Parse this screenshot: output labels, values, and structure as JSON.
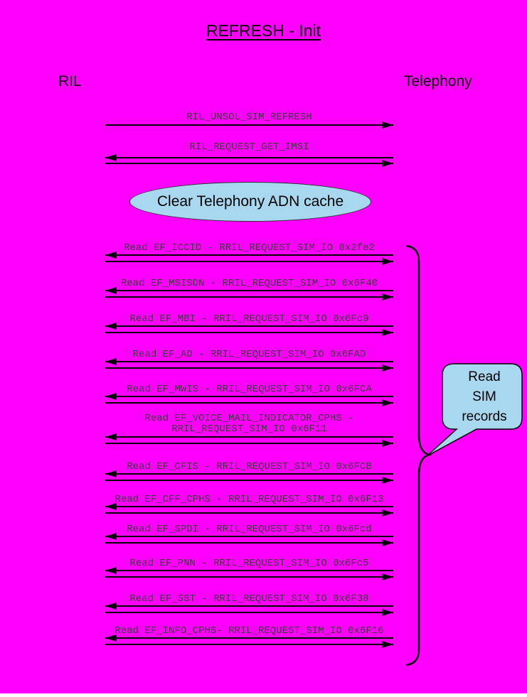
{
  "title": "REFRESH - Init",
  "participants": {
    "left": "RIL",
    "right": "Telephony"
  },
  "messages": [
    {
      "label": "RIL_UNSOL_SIM_REFRESH",
      "direction": "right"
    },
    {
      "label": "RIL_REQUEST_GET_IMSI",
      "direction": "both"
    }
  ],
  "cache_note": "Clear Telephony ADN cache",
  "reads": [
    "Read EF_ICCID - RRIL_REQUEST_SIM_IO 0x2fe2",
    "Read EF_MSISDN - RRIL_REQUEST_SIM_IO 0x6F40",
    "Read EF_MBI - RRIL_REQUEST_SIM_IO 0x6Fc9",
    "Read EF_AD - RRIL_REQUEST_SIM_IO 0x6FAD",
    "Read EF_MWIS - RRIL_REQUEST_SIM_IO 0x6FCA",
    "Read EF_VOICE_MAIL_INDICATOR_CPHS - RRIL_REQUEST_SIM_IO 0x6F11",
    "Read EF_CFIS - RRIL_REQUEST_SIM_IO 0x6FCB",
    "Read EF_CFF_CPHS - RRIL_REQUEST_SIM_IO 0x6F13",
    "Read EF_SPDI - RRIL_REQUEST_SIM_IO 0x6Fcd",
    "Read EF_PNN - RRIL_REQUEST_SIM_IO 0x6Fc5",
    "Read EF_SST - RRIL_REQUEST_SIM_IO 0x6F38",
    "Read EF_INFO_CPHS- RRIL_REQUEST_SIM_IO 0x6F16"
  ],
  "callout": "Read SIM records",
  "colors": {
    "background": "#FF00FF",
    "shape_fill": "#A8D8F0",
    "line": "#000000",
    "label_text": "#3A3A3A"
  }
}
